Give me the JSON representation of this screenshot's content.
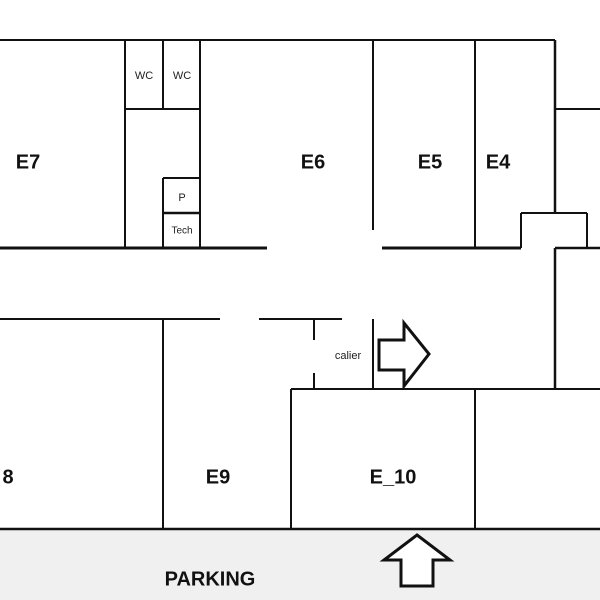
{
  "rooms": {
    "e7": "E7",
    "e6": "E6",
    "e5": "E5",
    "e4": "E4",
    "e8": "8",
    "e9": "E9",
    "e10": "E_10",
    "wc1": "WC",
    "wc2": "WC",
    "p": "P",
    "tech": "Tech",
    "palier": "calier",
    "parking": "PARKING"
  },
  "colors": {
    "wall": "#111111",
    "parking": "#f0f0f0"
  }
}
